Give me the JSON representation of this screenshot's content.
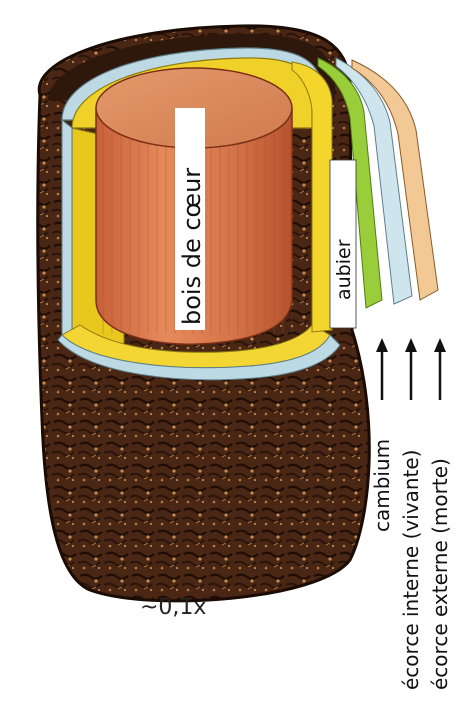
{
  "diagram": {
    "labels": {
      "heartwood": "bois de cœur",
      "sapwood": "aubier",
      "cambium": "cambium",
      "inner_bark": "écorce interne (vivante)",
      "outer_bark": "écorce externe (morte)"
    },
    "scale": "~0,1x"
  }
}
